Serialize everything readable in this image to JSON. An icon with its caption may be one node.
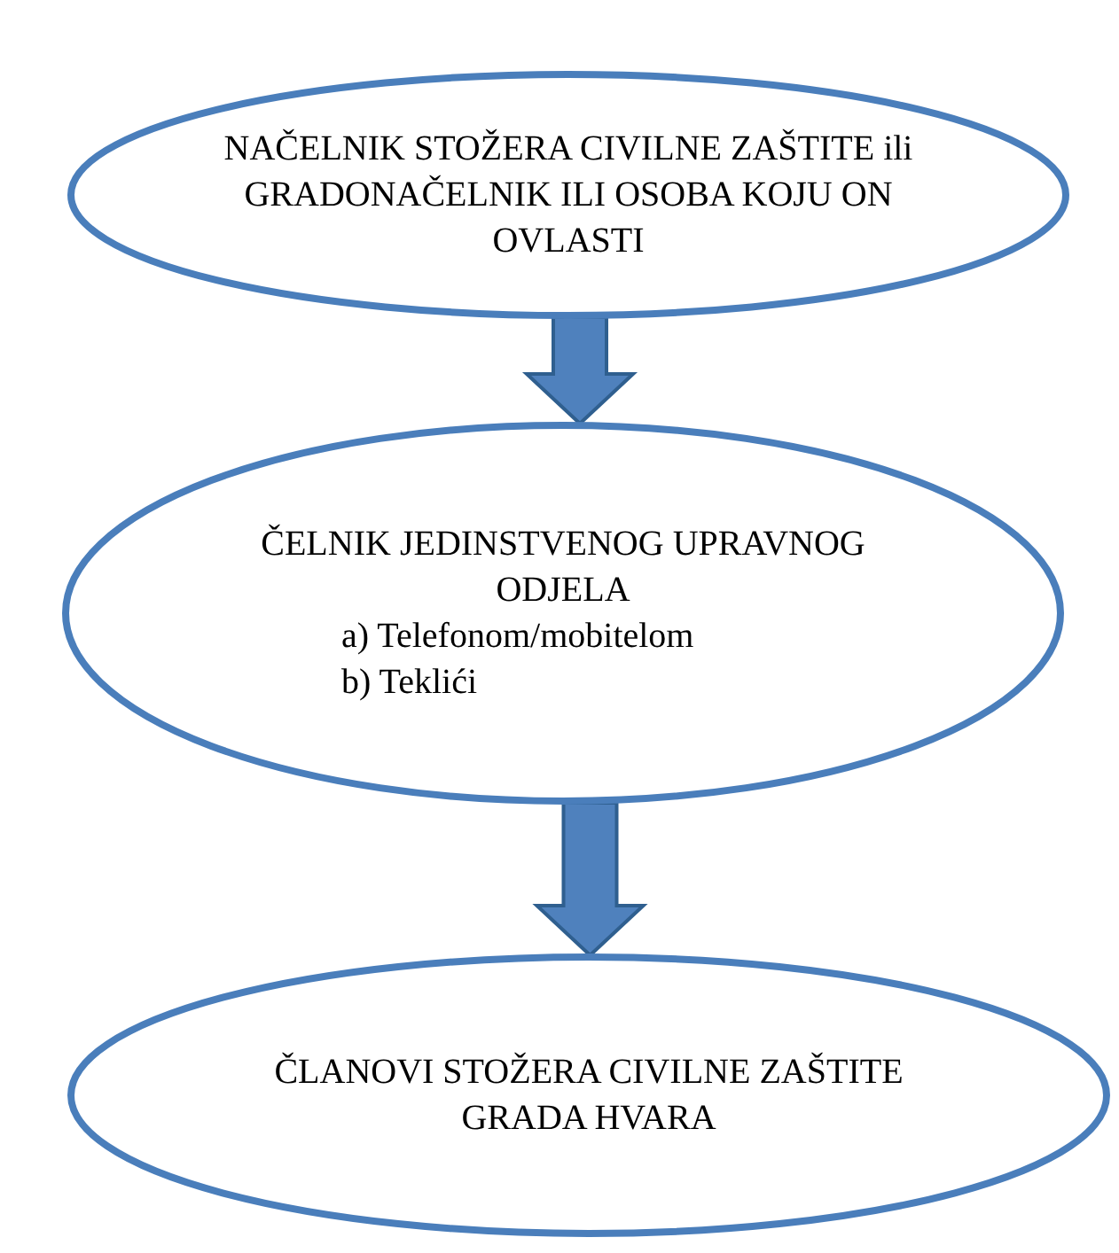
{
  "diagram": {
    "nodes": [
      {
        "text": [
          "NAČELNIK STOŽERA CIVILNE ZAŠTITE ili GRADONAČELNIK ILI OSOBA KOJU ON OVLASTI"
        ]
      },
      {
        "text": [
          "ČELNIK JEDINSTVENOG UPRAVNOG ODJELA",
          "a) Telefonom/mobitelom",
          "b) Teklići"
        ]
      },
      {
        "text": [
          "ČLANOVI STOŽERA CIVILNE ZAŠTITE GRADA HVARA"
        ]
      }
    ],
    "edges": [
      {
        "from": 0,
        "to": 1,
        "arrow": "to"
      },
      {
        "from": 1,
        "to": 2,
        "arrow": "to"
      }
    ]
  }
}
